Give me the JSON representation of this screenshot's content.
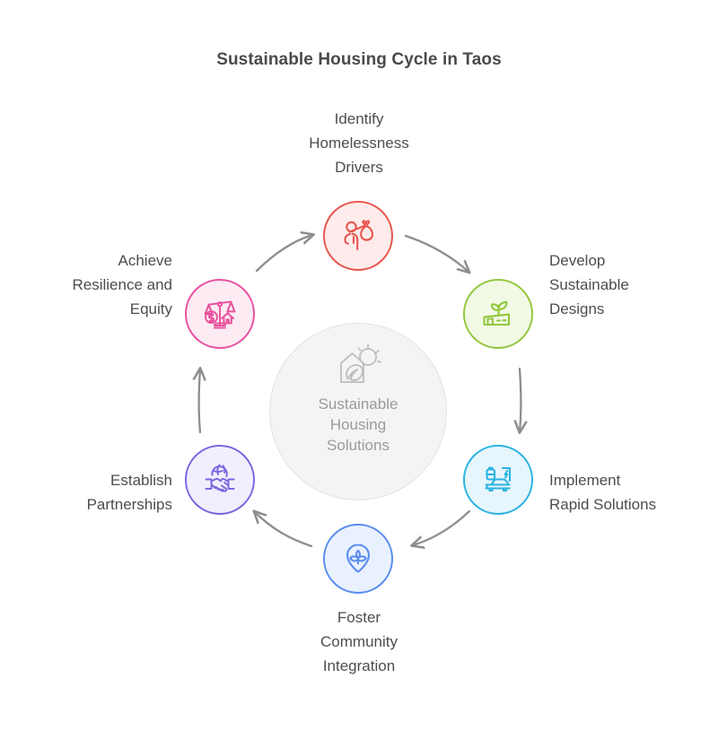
{
  "title": "Sustainable Housing Cycle in Taos",
  "hub": {
    "line1": "Sustainable",
    "line2": "Housing",
    "line3": "Solutions",
    "icon": "house-leaf-sun-icon",
    "fill": "#f4f4f4",
    "stroke": "#e2e2e2",
    "text_color": "#9a9a9a"
  },
  "arrow_color": "#8e8e8e",
  "nodes": [
    {
      "id": "identify-homelessness-drivers",
      "label_line1": "Identify",
      "label_line2": "Homelessness",
      "label_line3": "Drivers",
      "icon": "person-with-bundle-icon",
      "color": "#e8564f",
      "fill": "#fdeceb",
      "align": "center"
    },
    {
      "id": "develop-sustainable-designs",
      "label_line1": "Develop",
      "label_line2": "Sustainable",
      "label_line3": "Designs",
      "icon": "building-sprout-icon",
      "color": "#93c83e",
      "fill": "#f2f9e5",
      "align": "left"
    },
    {
      "id": "implement-rapid-solutions",
      "label_line1": "Implement",
      "label_line2": "Rapid Solutions",
      "label_line3": "",
      "icon": "ev-charging-icon",
      "color": "#2bb3e0",
      "fill": "#e6f6fc",
      "align": "left"
    },
    {
      "id": "foster-community-integration",
      "label_line1": "Foster",
      "label_line2": "Community",
      "label_line3": "Integration",
      "icon": "location-pin-leaf-icon",
      "color": "#5b8def",
      "fill": "#eaf1fe",
      "align": "center"
    },
    {
      "id": "establish-partnerships",
      "label_line1": "Establish",
      "label_line2": "Partnerships",
      "label_line3": "",
      "icon": "handshake-globe-icon",
      "color": "#7b66e0",
      "fill": "#f1effd",
      "align": "right"
    },
    {
      "id": "achieve-resilience-and-equity",
      "label_line1": "Achieve",
      "label_line2": "Resilience and",
      "label_line3": "Equity",
      "icon": "scale-money-house-icon",
      "color": "#e8519e",
      "fill": "#fdebf4",
      "align": "right"
    }
  ]
}
